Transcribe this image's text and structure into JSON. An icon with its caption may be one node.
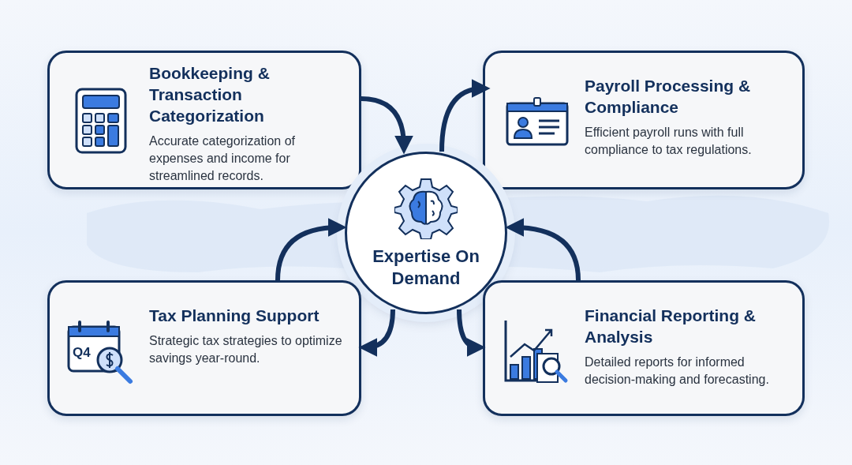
{
  "diagram": {
    "nodes": [
      {
        "text": [
          "Bookkeeping & Transaction Categorization",
          "Accurate categorization of expenses and income for streamlined records."
        ]
      },
      {
        "text": [
          "Payroll Processing & Compliance",
          "Efficient payroll runs with full compliance to tax regulations."
        ]
      },
      {
        "text": [
          "Expertise On Demand"
        ]
      },
      {
        "text": [
          "Tax Planning Support",
          "Strategic tax strategies to optimize savings year-round."
        ]
      },
      {
        "text": [
          "Financial Reporting & Analysis",
          "Detailed reports for informed decision-making and forecasting."
        ]
      }
    ],
    "edges": [
      {
        "from": 0,
        "to": 2,
        "arrow": "to"
      },
      {
        "from": 2,
        "to": 1,
        "arrow": "to"
      },
      {
        "from": 3,
        "to": 2,
        "arrow": "to"
      },
      {
        "from": 4,
        "to": 2,
        "arrow": "to"
      },
      {
        "from": 2,
        "to": 3,
        "arrow": "to"
      },
      {
        "from": 2,
        "to": 4,
        "arrow": "to"
      }
    ],
    "labels": [
      "Q4"
    ]
  }
}
